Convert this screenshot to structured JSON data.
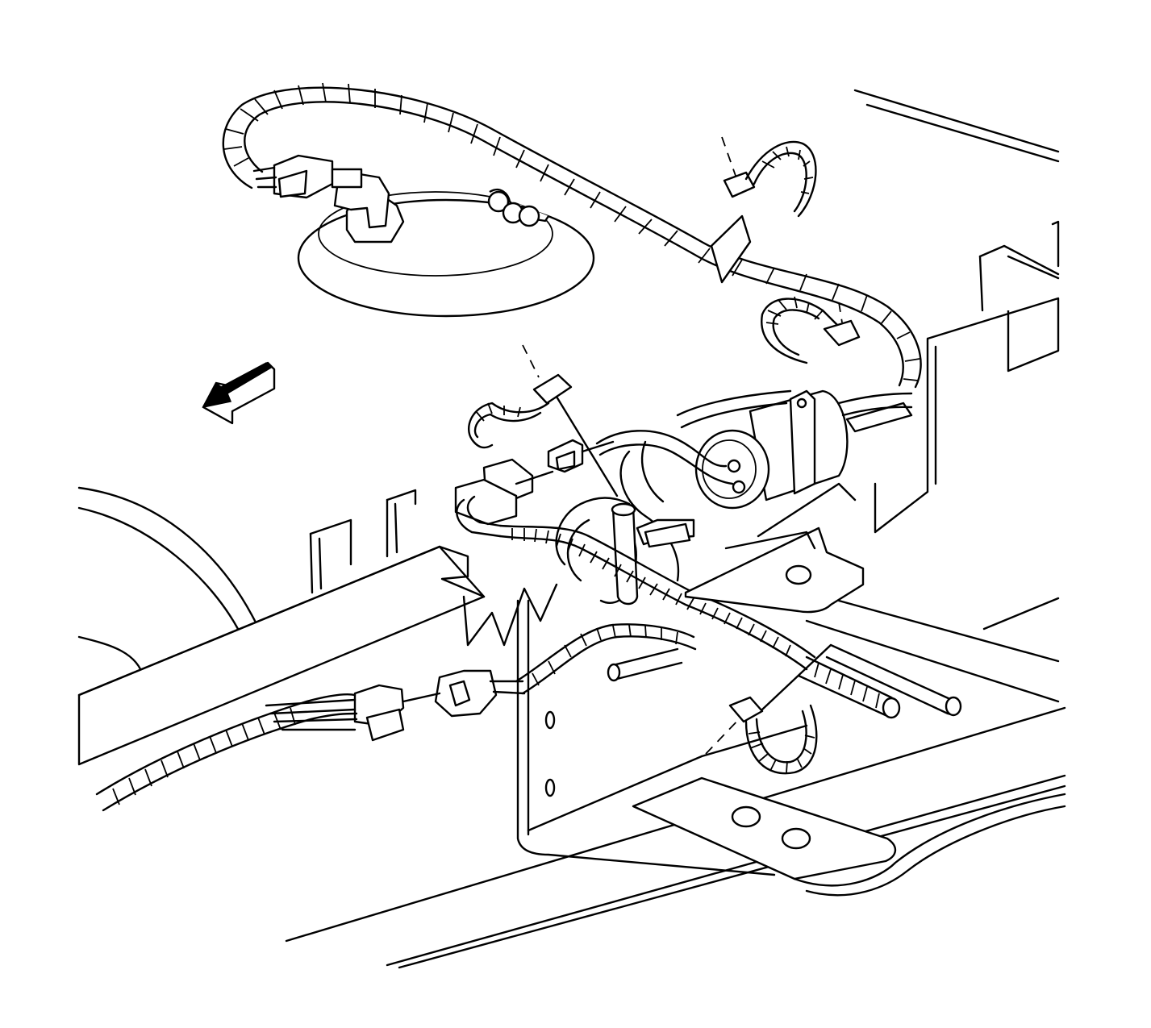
{
  "diagram": {
    "colors": {
      "stroke": "#000000",
      "background": "#ffffff",
      "arrow_fill": "#000000"
    },
    "components": {
      "upper_harness": "convoluted-conduit-harness",
      "upper_connector": "electrical-connector",
      "pump_module_cover": "fuel-pump-module-cover",
      "canister_valve": "solenoid-valve",
      "lower_harness": "wiring-harness",
      "frame_rail": "frame-rail",
      "crossmember": "frame-crossmember",
      "bracket": "mounting-bracket",
      "strap_clips": "harness-strap-clips",
      "direction_arrow": "front-direction-arrow"
    }
  }
}
